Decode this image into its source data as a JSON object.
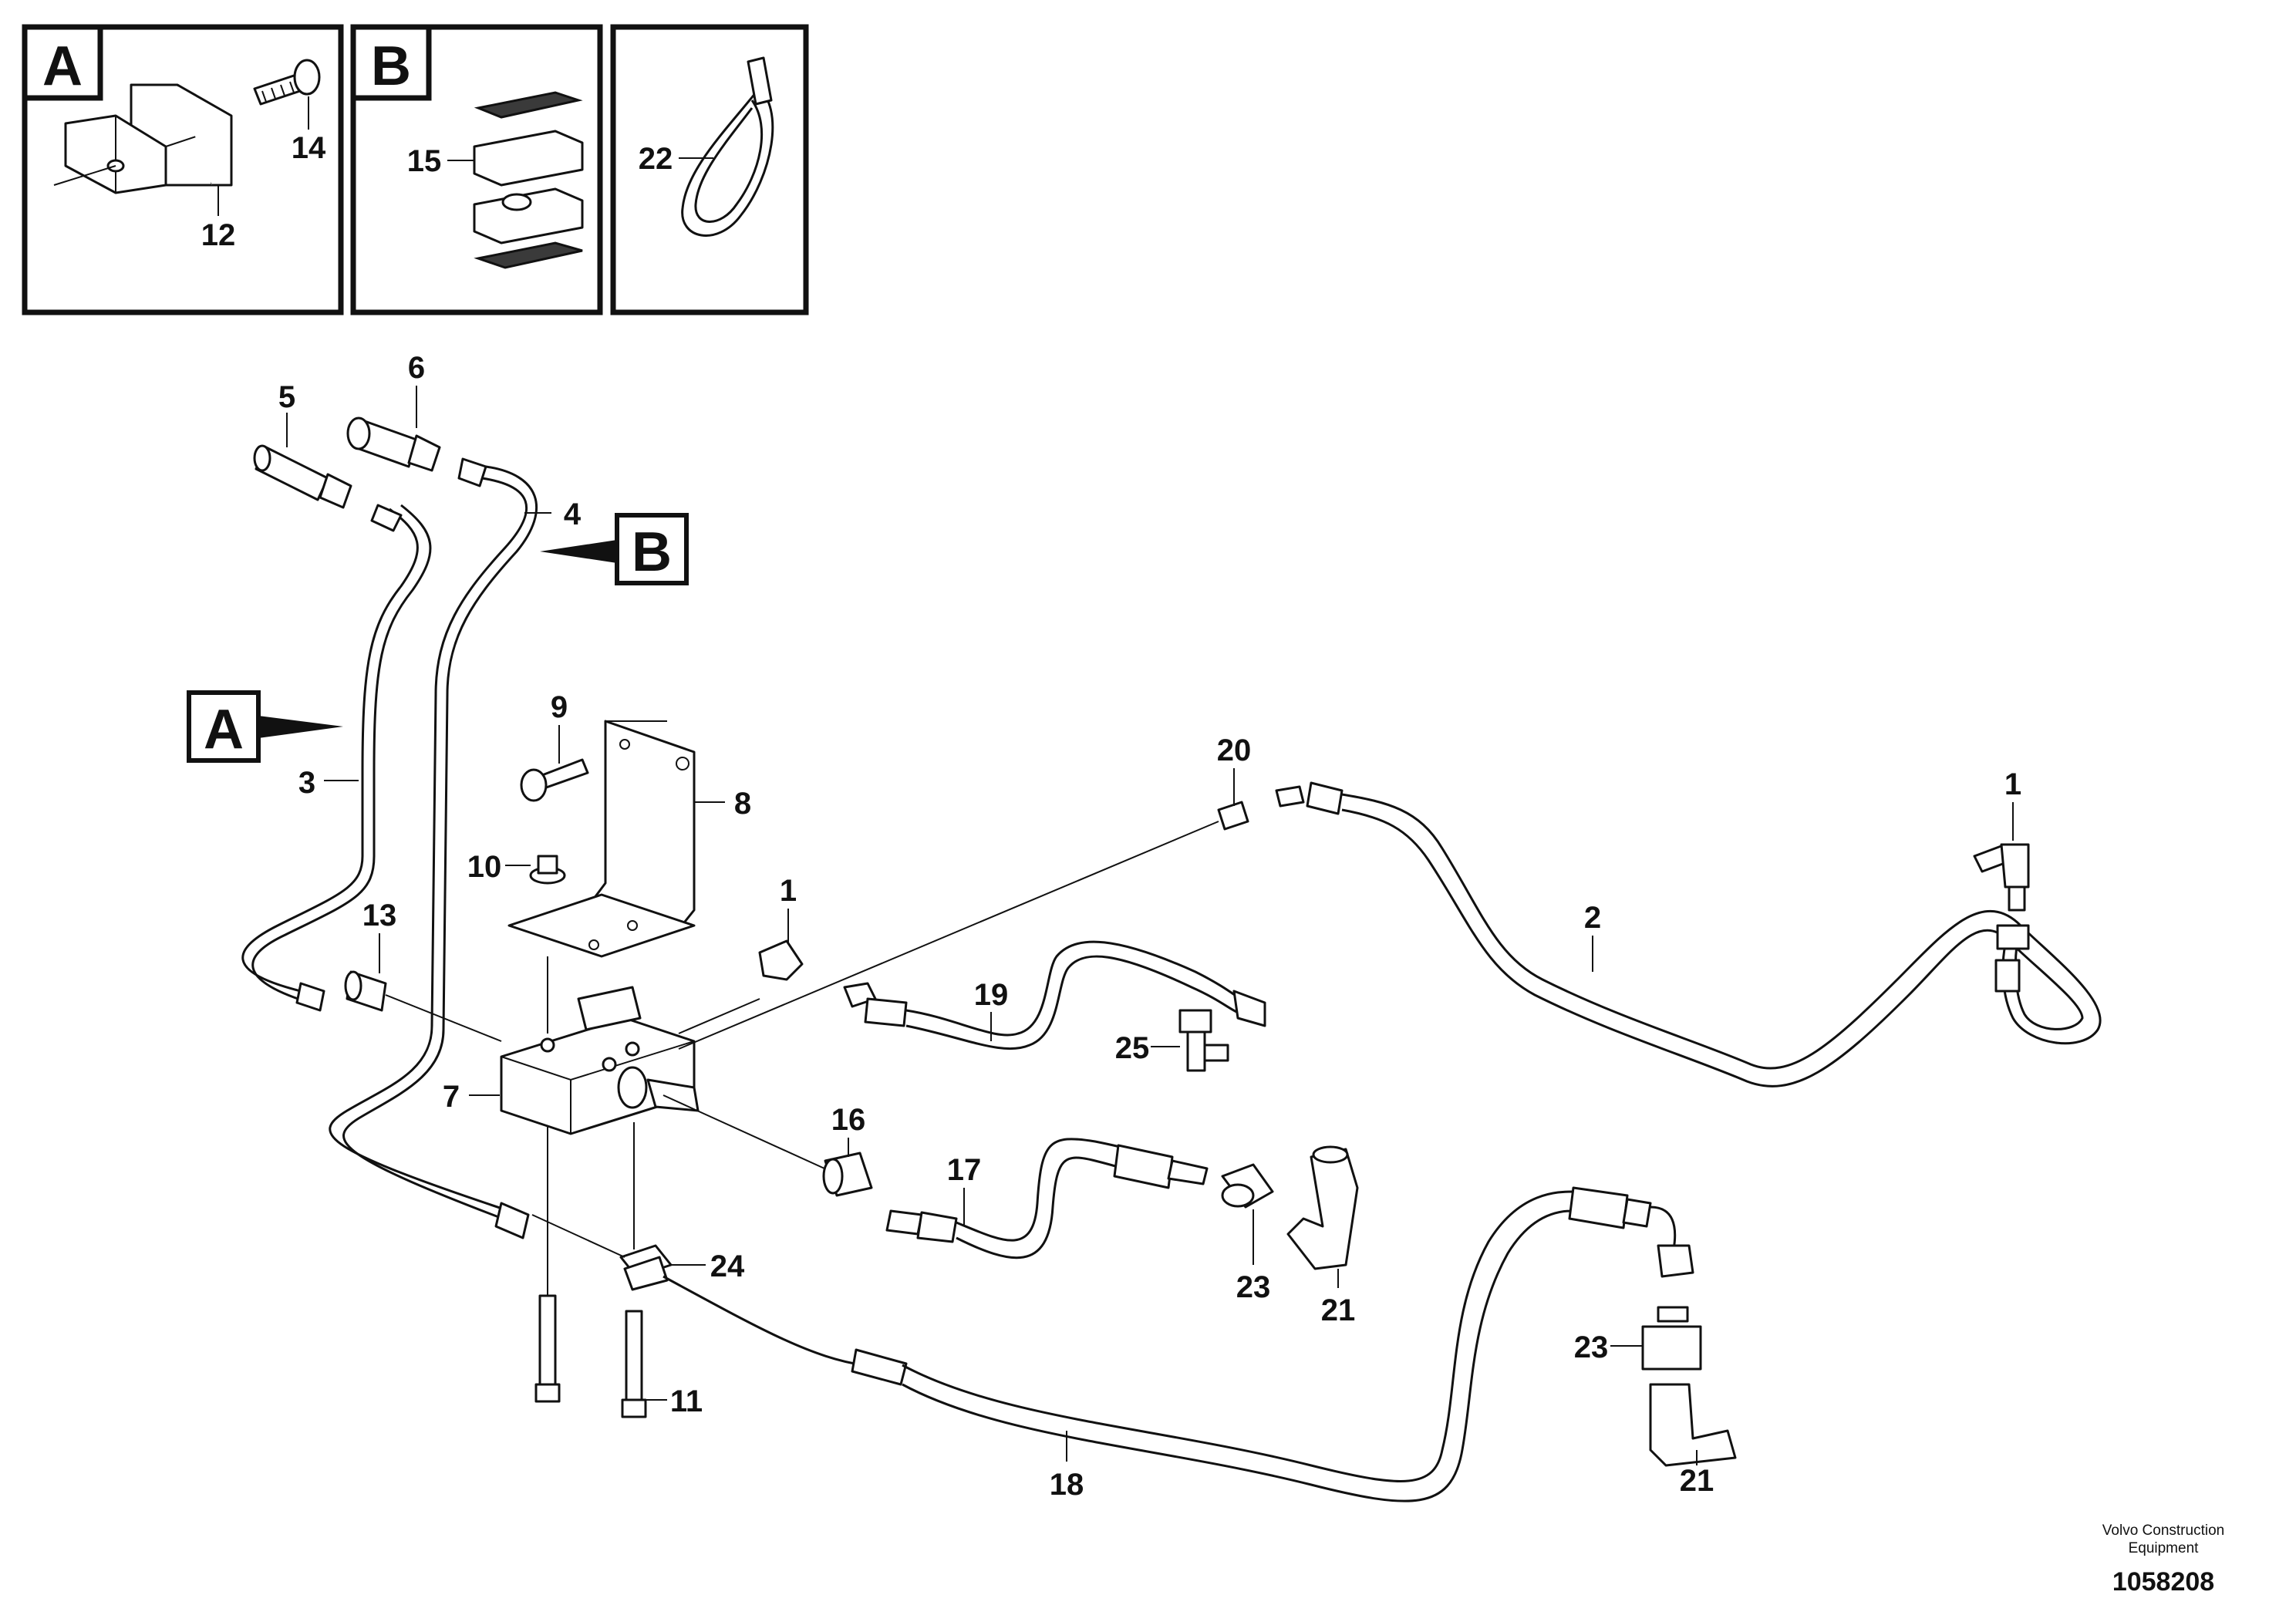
{
  "inset_boxes": [
    {
      "letter": "A",
      "labels": [
        "14",
        "12"
      ]
    },
    {
      "letter": "B",
      "labels": [
        "15"
      ]
    },
    {
      "letter": "",
      "labels": [
        "22"
      ]
    }
  ],
  "view_refs": {
    "a": "A",
    "b": "B"
  },
  "callouts": {
    "p1a": "1",
    "p1b": "1",
    "p2": "2",
    "p3": "3",
    "p4": "4",
    "p5": "5",
    "p6": "6",
    "p7": "7",
    "p8": "8",
    "p9": "9",
    "p10": "10",
    "p11": "11",
    "p13": "13",
    "p16": "16",
    "p17": "17",
    "p18": "18",
    "p19": "19",
    "p20": "20",
    "p21a": "21",
    "p21b": "21",
    "p23a": "23",
    "p23b": "23",
    "p24": "24",
    "p25": "25"
  },
  "footer": {
    "line1": "Volvo Construction",
    "line2": "Equipment",
    "number": "1058208"
  },
  "colors": {
    "ink": "#111111",
    "background": "#ffffff",
    "fill_dark": "#3a3a3a"
  }
}
